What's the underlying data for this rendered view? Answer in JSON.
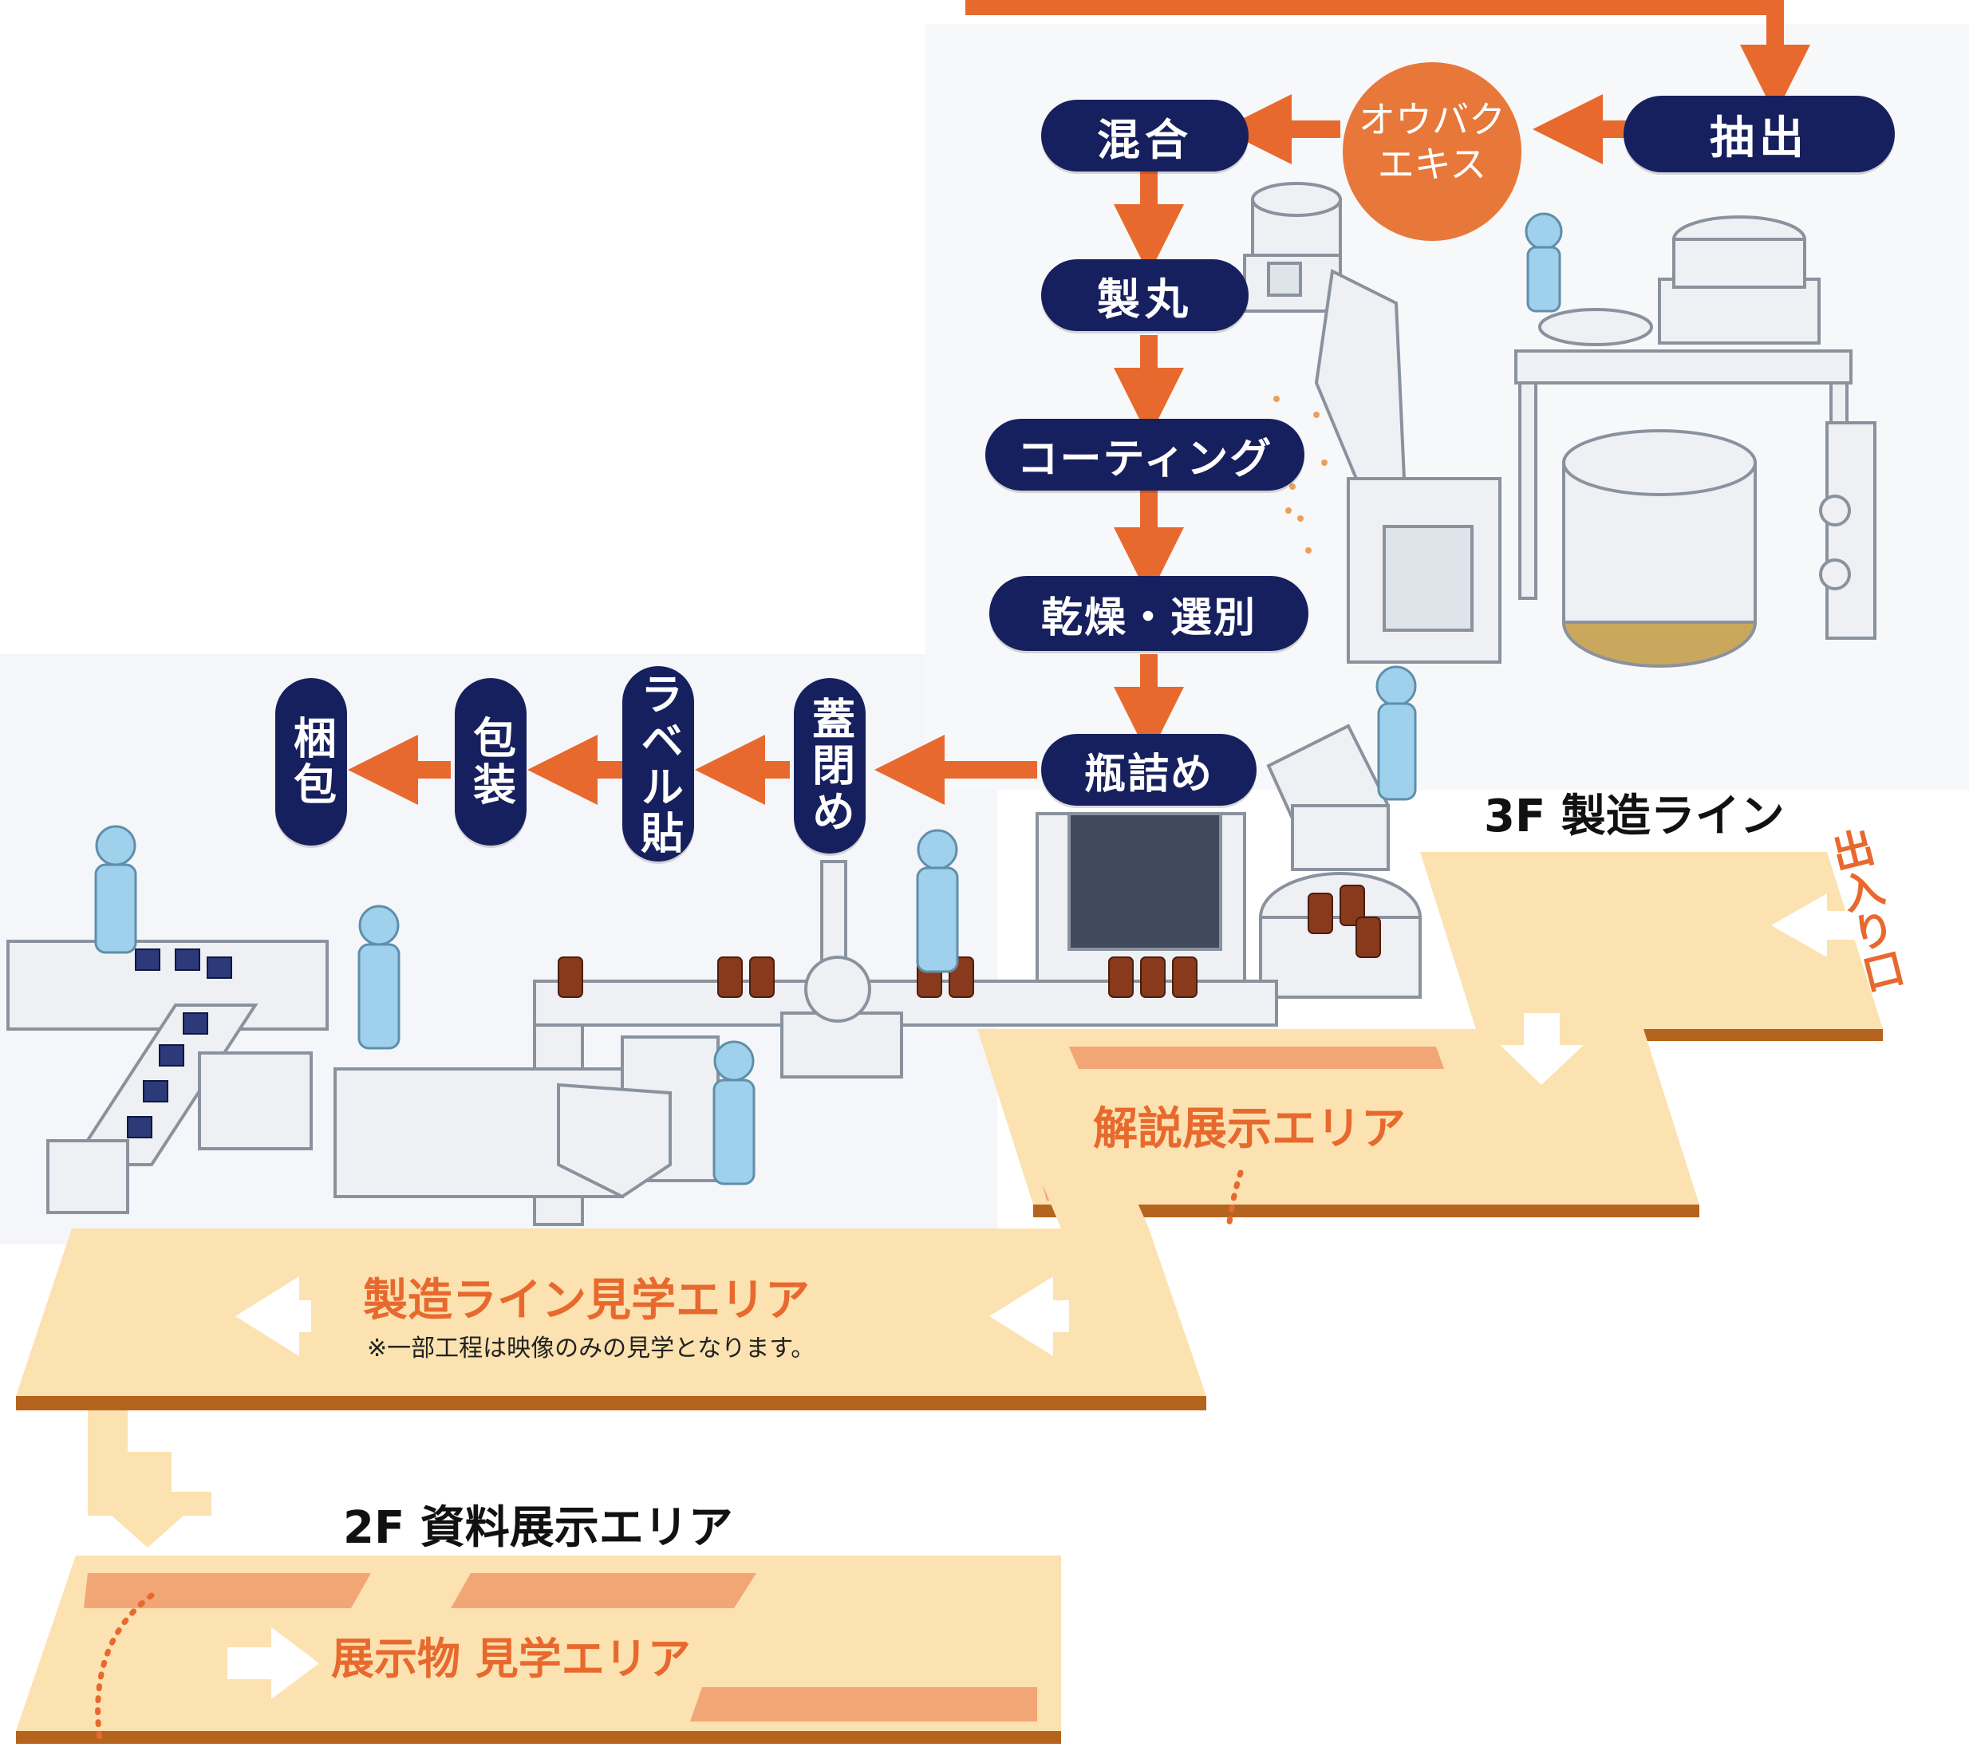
{
  "colors": {
    "navy": "#17205e",
    "orange_arrow": "#e8692e",
    "extract_circle": "#e8773a",
    "floor": "#fbe2b0",
    "floor_edge": "#b5641e",
    "floor_stripe": "#f2a676",
    "zone_text": "#e8692e",
    "machine_fill": "#eef0f4",
    "machine_stroke": "#8a929e",
    "worker": "#9fd0ec"
  },
  "process": {
    "extract_label": "抽出",
    "extract_circle_line1": "オウバク",
    "extract_circle_line2": "エキス",
    "vertical_steps": [
      "混合",
      "製丸",
      "コーティング",
      "乾燥・選別",
      "瓶詰め"
    ],
    "packaging_steps": [
      "蓋閉め",
      "ラベル貼",
      "包装",
      "梱包"
    ]
  },
  "floors": {
    "third": {
      "title": "3F 製造ライン",
      "entrance": "出入り口"
    },
    "exhibit_zone": "解説展示エリア",
    "tour_zone": {
      "title": "製造ライン見学エリア",
      "note": "※一部工程は映像のみの見学となります。"
    },
    "second": {
      "title": "2F 資料展示エリア",
      "zone": "展示物 見学エリア"
    }
  }
}
